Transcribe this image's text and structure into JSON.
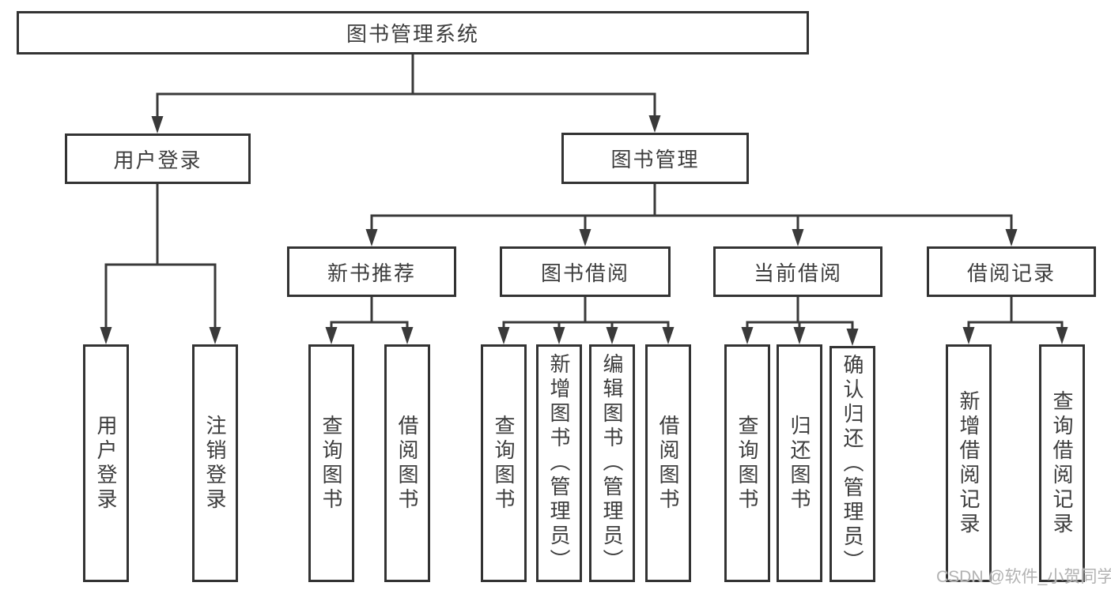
{
  "colors": {
    "line": "#3a3a3a",
    "box_border": "#333333",
    "box_background": "#ffffff",
    "text": "#3d3d3d",
    "watermark": "#b2b2b2"
  },
  "watermark": {
    "text": "CSDN @软件_小贺同学"
  },
  "tree": {
    "root": {
      "label": "图书管理系统"
    },
    "branches": [
      {
        "label": "用户登录",
        "children": [
          {
            "label": "用户登录"
          },
          {
            "label": "注销登录"
          }
        ]
      },
      {
        "label": "图书管理",
        "children": [
          {
            "label": "新书推荐",
            "children": [
              {
                "label": "查询图书"
              },
              {
                "label": "借阅图书"
              }
            ]
          },
          {
            "label": "图书借阅",
            "children": [
              {
                "label": "查询图书"
              },
              {
                "label": "新增图书（管理员）"
              },
              {
                "label": "编辑图书（管理员）"
              },
              {
                "label": "借阅图书"
              }
            ]
          },
          {
            "label": "当前借阅",
            "children": [
              {
                "label": "查询图书"
              },
              {
                "label": "归还图书"
              },
              {
                "label": "确认归还（管理员）"
              }
            ]
          },
          {
            "label": "借阅记录",
            "children": [
              {
                "label": "新增借阅记录"
              },
              {
                "label": "查询借阅记录"
              }
            ]
          }
        ]
      }
    ]
  }
}
